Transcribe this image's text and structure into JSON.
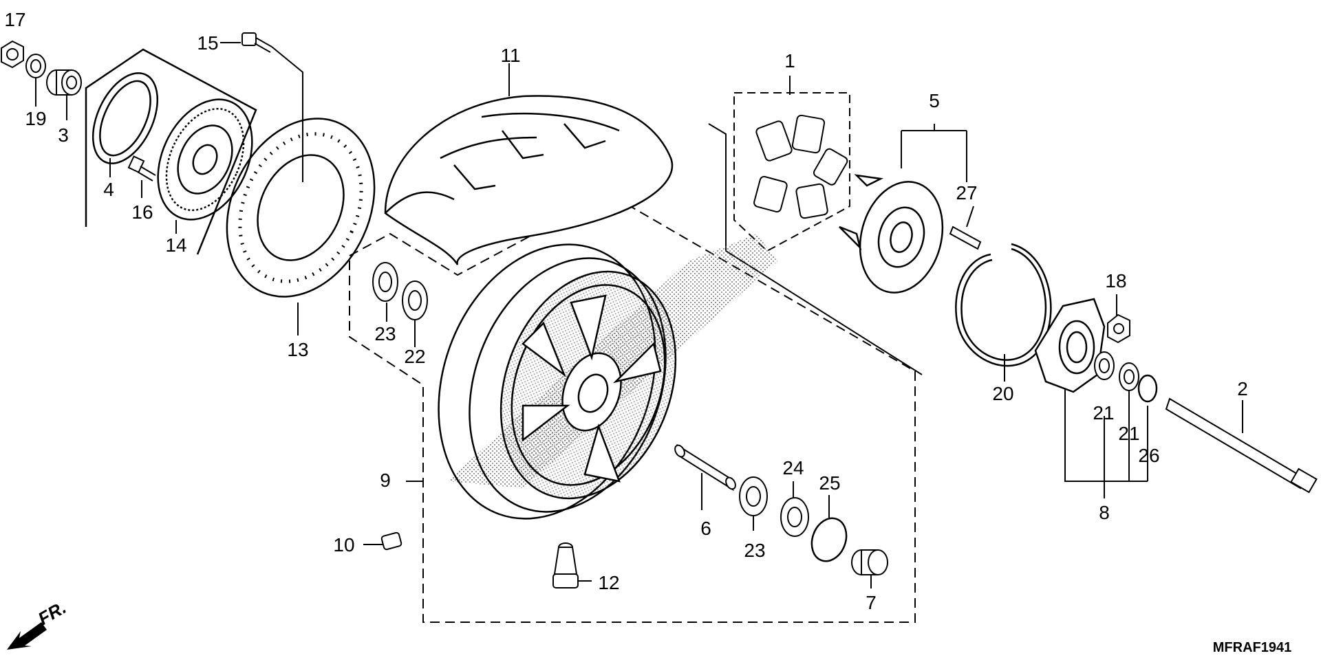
{
  "diagram": {
    "code": "MFRAF1941",
    "direction_label": "FR.",
    "callouts": [
      "1",
      "2",
      "3",
      "4",
      "5",
      "6",
      "7",
      "8",
      "9",
      "10",
      "11",
      "12",
      "13",
      "14",
      "15",
      "16",
      "17",
      "18",
      "19",
      "20",
      "21",
      "21",
      "22",
      "23",
      "23",
      "24",
      "25",
      "26",
      "27"
    ],
    "line_color": "#000000",
    "background": "#ffffff"
  }
}
